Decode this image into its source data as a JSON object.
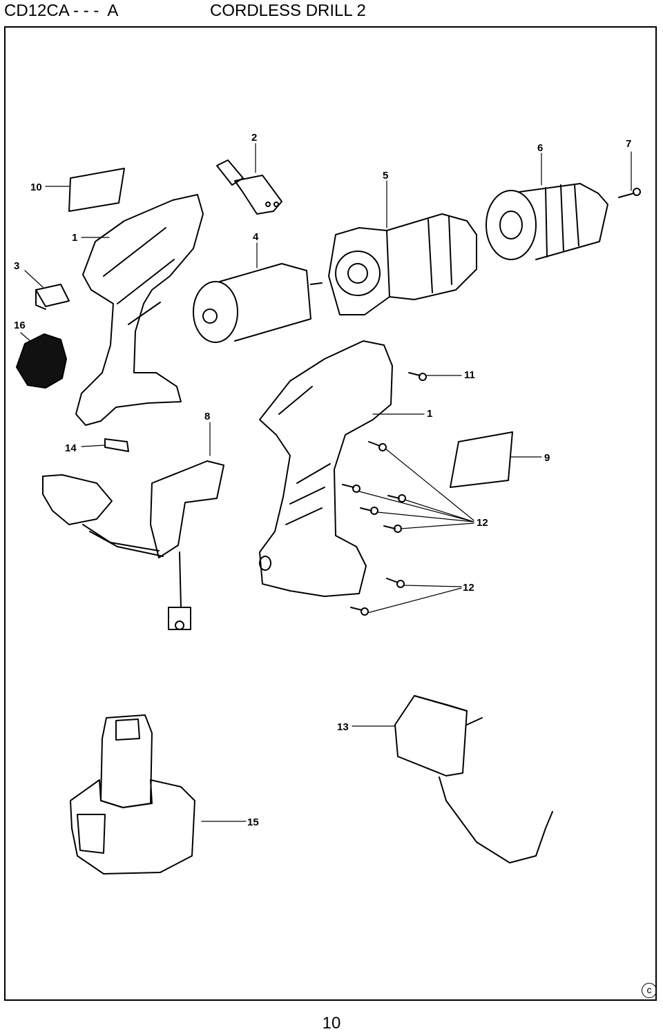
{
  "header": {
    "model": "CD12CA - - -  A",
    "title": "CORDLESS DRILL 2"
  },
  "callouts": [
    {
      "id": "2",
      "label": "2"
    },
    {
      "id": "6",
      "label": "6"
    },
    {
      "id": "7",
      "label": "7"
    },
    {
      "id": "5",
      "label": "5"
    },
    {
      "id": "10",
      "label": "10"
    },
    {
      "id": "1a",
      "label": "1"
    },
    {
      "id": "4",
      "label": "4"
    },
    {
      "id": "3",
      "label": "3"
    },
    {
      "id": "16",
      "label": "16"
    },
    {
      "id": "11",
      "label": "11"
    },
    {
      "id": "1b",
      "label": "1"
    },
    {
      "id": "8",
      "label": "8"
    },
    {
      "id": "9",
      "label": "9"
    },
    {
      "id": "14",
      "label": "14"
    },
    {
      "id": "12a",
      "label": "12"
    },
    {
      "id": "12b",
      "label": "12"
    },
    {
      "id": "13",
      "label": "13"
    },
    {
      "id": "15",
      "label": "15"
    }
  ],
  "footer": {
    "copyright_symbol": "c",
    "page_number": "10"
  }
}
